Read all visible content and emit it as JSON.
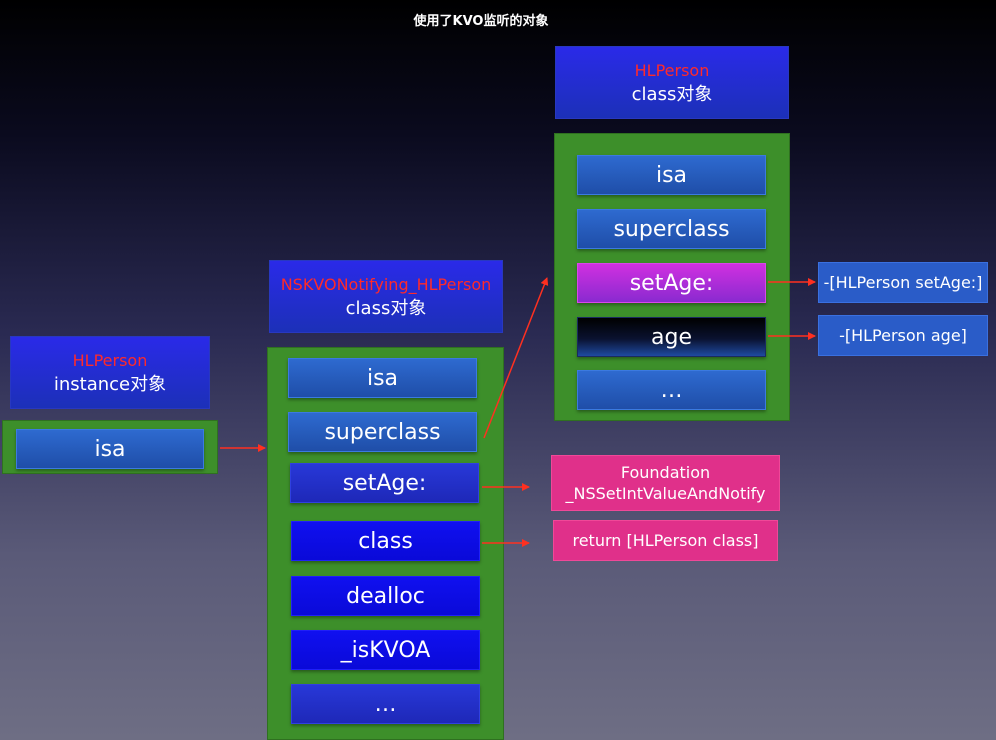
{
  "title": "使用了KVO监听的对象",
  "instance": {
    "class_name": "HLPerson",
    "subtitle": "instance对象",
    "slot": "isa"
  },
  "kvo_class": {
    "class_name": "NSKVONotifying_HLPerson",
    "subtitle": "class对象",
    "slots": [
      "isa",
      "superclass",
      "setAge:",
      "class",
      "dealloc",
      "_isKVOA",
      "…"
    ]
  },
  "person_class": {
    "class_name": "HLPerson",
    "subtitle": "class对象",
    "slots": [
      "isa",
      "superclass",
      "setAge:",
      "age",
      "…"
    ]
  },
  "callouts": {
    "set_age_impl": "-[HLPerson setAge:]",
    "age_impl": "-[HLPerson age]",
    "foundation_line1": "Foundation",
    "foundation_line2": "_NSSetIntValueAndNotify",
    "class_return": "return [HLPerson class]"
  },
  "colors": {
    "header_bg": "#2a2ae8",
    "class_name_text": "#ff2a2a",
    "panel_green": "#3d8f2a",
    "arrow_red": "#ff3020",
    "callout_pink": "#e0308a",
    "callout_blue": "#2a5cc8",
    "slot_magenta": "#d030e0"
  }
}
